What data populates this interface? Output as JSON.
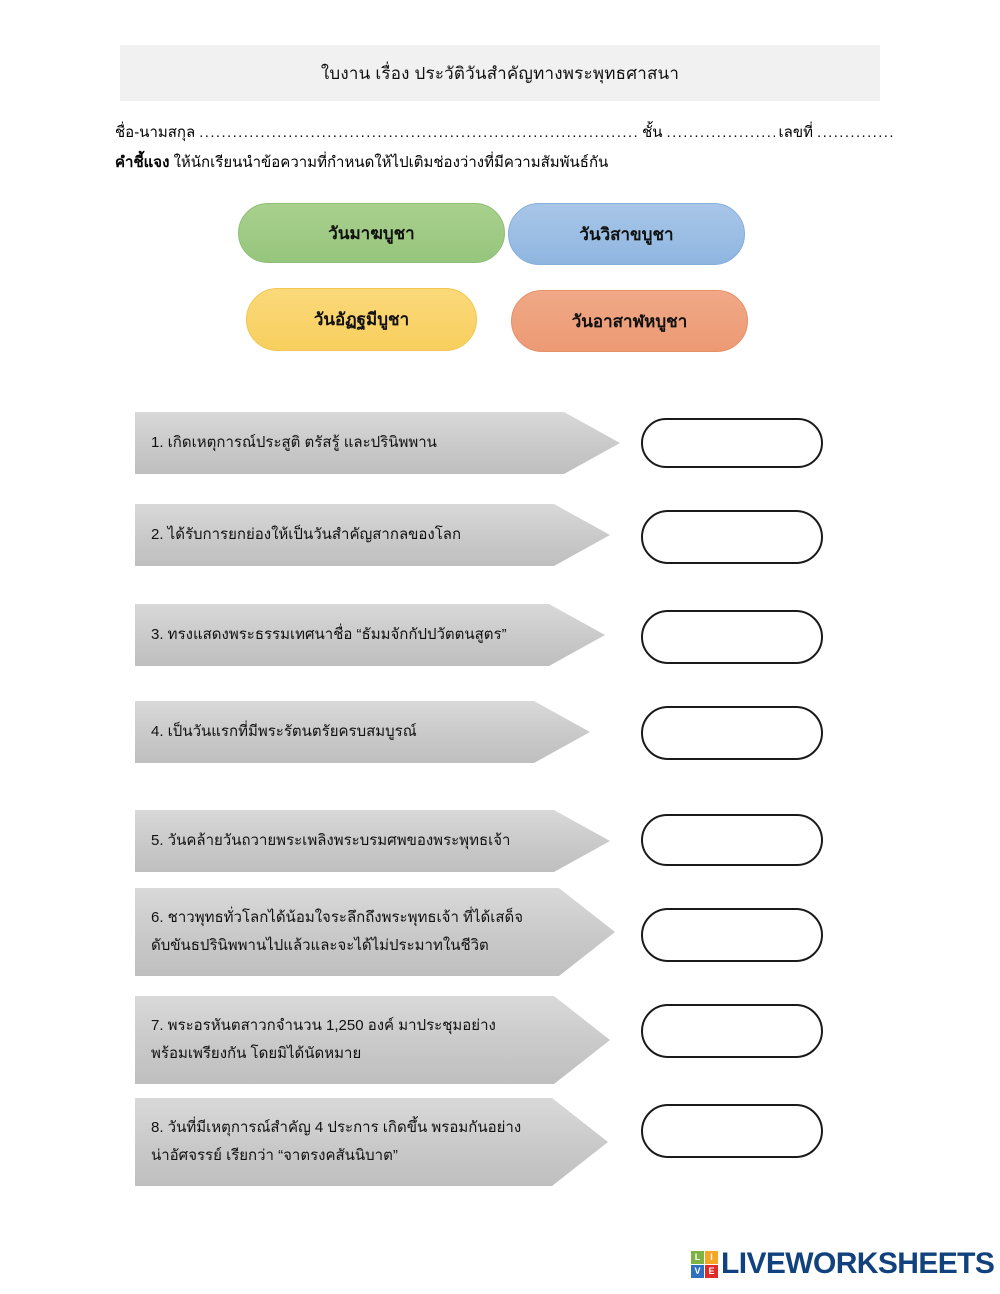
{
  "document": {
    "title": "ใบงาน เรื่อง ประวัติวันสำคัญทางพระพุทธศาสนา"
  },
  "name_line": {
    "name_label": "ชื่อ-นามสกุล",
    "dots_name": "............................................................................................",
    "class_label": "ชั้น",
    "dots_class": "....................",
    "number_label": "เลขที่",
    "dots_number": ".............."
  },
  "instruction": {
    "bold_prefix": "คำชี้แจง",
    "rest": " ให้นักเรียนนำข้อความที่กำหนดให้ไปเติมช่องว่างที่มีความสัมพันธ์กัน"
  },
  "word_bank": {
    "items": [
      {
        "label": "วันมาฆบูชา",
        "color": "#a9d08e"
      },
      {
        "label": "วันวิสาขบูชา",
        "color": "#a8c6e8"
      },
      {
        "label": "วันอัฏฐมีบูชา",
        "color": "#fbd97a"
      },
      {
        "label": "วันอาสาฬหบูชา",
        "color": "#f0a886"
      }
    ]
  },
  "questions": [
    {
      "number": "1.",
      "text": "1. เกิดเหตุการณ์ประสูติ ตรัสรู้ และปรินิพพาน",
      "answer": ""
    },
    {
      "number": "2.",
      "text": "2. ได้รับการยกย่องให้เป็นวันสำคัญสากลของโลก",
      "answer": ""
    },
    {
      "number": "3.",
      "text": "3. ทรงแสดงพระธรรมเทศนาชื่อ “ธัมมจักกัปปวัตตนสูตร”",
      "answer": ""
    },
    {
      "number": "4.",
      "text": "4. เป็นวันแรกที่มีพระรัตนตรัยครบสมบูรณ์",
      "answer": ""
    },
    {
      "number": "5.",
      "text": "5. วันคล้ายวันถวายพระเพลิงพระบรมศพของพระพุทธเจ้า",
      "answer": ""
    },
    {
      "number": "6.",
      "text": "6. ชาวพุทธทั่วโลกได้น้อมใจระลึกถึงพระพุทธเจ้า ที่ได้เสด็จ\n    ดับขันธปรินิพพานไปแล้วและจะได้ไม่ประมาทในชีวิต",
      "answer": ""
    },
    {
      "number": "7.",
      "text": "7. พระอรหันตสาวกจำนวน 1,250 องค์ มาประชุมอย่าง\n    พร้อมเพรียงกัน โดยมิได้นัดหมาย",
      "answer": ""
    },
    {
      "number": "8.",
      "text": "8. วันที่มีเหตุการณ์สำคัญ 4 ประการ เกิดขึ้น พรอมกันอย่าง\n    น่าอัศจรรย์ เรียกว่า “จาตรงคสันนิบาต”",
      "answer": ""
    }
  ],
  "footer": {
    "logo_letters": [
      "L",
      "I",
      "V",
      "E"
    ],
    "logo_word": "LIVEWORKSHEETS",
    "brand_color": "#11427e"
  }
}
